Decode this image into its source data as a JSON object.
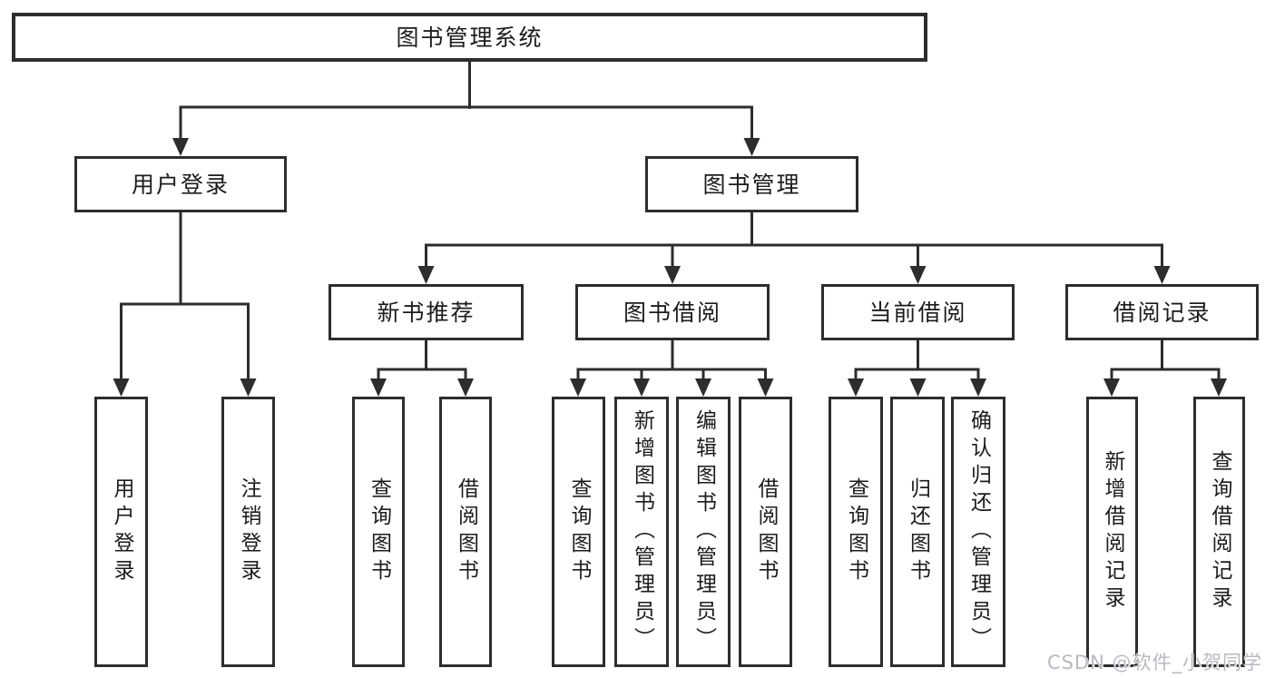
{
  "tree": {
    "label": "图书管理系统",
    "children": [
      {
        "label": "用户登录",
        "children": [
          {
            "label": "用户登录"
          },
          {
            "label": "注销登录"
          }
        ]
      },
      {
        "label": "图书管理",
        "children": [
          {
            "label": "新书推荐",
            "children": [
              {
                "label": "查询图书"
              },
              {
                "label": "借阅图书"
              }
            ]
          },
          {
            "label": "图书借阅",
            "children": [
              {
                "label": "查询图书"
              },
              {
                "label": "新增图书（管理员）"
              },
              {
                "label": "编辑图书（管理员）"
              },
              {
                "label": "借阅图书"
              }
            ]
          },
          {
            "label": "当前借阅",
            "children": [
              {
                "label": "查询图书"
              },
              {
                "label": "归还图书"
              },
              {
                "label": "确认归还（管理员）"
              }
            ]
          },
          {
            "label": "借阅记录",
            "children": [
              {
                "label": "新增借阅记录"
              },
              {
                "label": "查询借阅记录"
              }
            ]
          }
        ]
      }
    ]
  },
  "watermark": {
    "text": "CSDN @软件_小贺同学"
  },
  "colors": {
    "line": "#2d2d2d",
    "box_border": "#2d2d2d",
    "text": "#1c1c1e",
    "background": "#ffffff",
    "watermark": "#b7bac1"
  }
}
